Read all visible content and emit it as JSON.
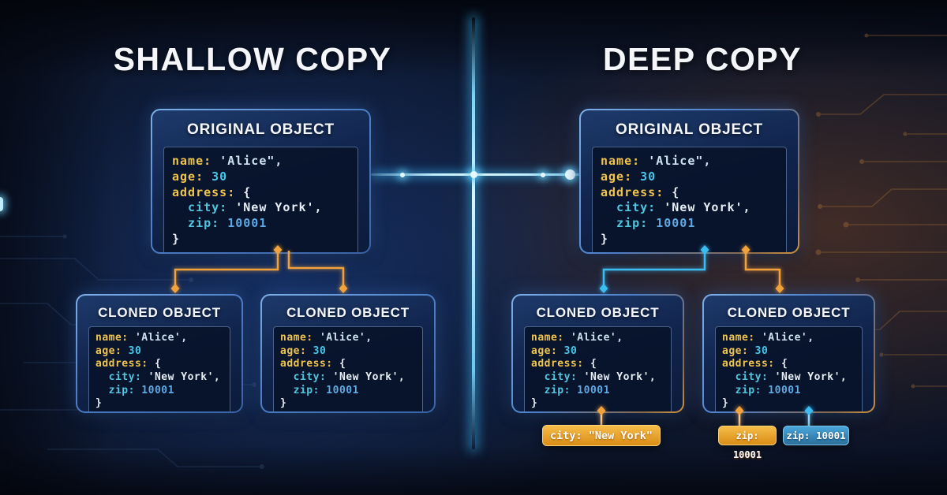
{
  "titles": {
    "shallow": "SHALLOW COPY",
    "deep": "DEEP COPY"
  },
  "labels": {
    "original_header": "ORIGINAL OBJECT",
    "cloned_header": "CLONED OBJECT"
  },
  "code": {
    "original": [
      [
        [
          "name:",
          "key"
        ],
        [
          " ",
          "w"
        ],
        [
          "'Alice\",",
          "str"
        ]
      ],
      [
        [
          "age:",
          "key"
        ],
        [
          " ",
          "w"
        ],
        [
          "30",
          "num"
        ]
      ],
      [
        [
          "address:",
          "key"
        ],
        [
          " ",
          "w"
        ],
        [
          "{",
          "w"
        ]
      ],
      [
        [
          "  city:",
          "ckey"
        ],
        [
          " ",
          "w"
        ],
        [
          "'New York',",
          "str2"
        ]
      ],
      [
        [
          "  zip:",
          "ckey"
        ],
        [
          " ",
          "w"
        ],
        [
          "10001",
          "num2"
        ]
      ],
      [
        [
          "}",
          "w"
        ]
      ]
    ],
    "cloned": [
      [
        [
          "name:",
          "key"
        ],
        [
          " ",
          "w"
        ],
        [
          "'Alice',",
          "str"
        ]
      ],
      [
        [
          "age:",
          "key"
        ],
        [
          " ",
          "w"
        ],
        [
          "30",
          "num"
        ]
      ],
      [
        [
          "address:",
          "key"
        ],
        [
          " ",
          "w"
        ],
        [
          "{",
          "w"
        ]
      ],
      [
        [
          "  city:",
          "ckey"
        ],
        [
          " ",
          "w"
        ],
        [
          "'New York',",
          "str2"
        ]
      ],
      [
        [
          "  zip:",
          "ckey"
        ],
        [
          " ",
          "w"
        ],
        [
          "10001",
          "num2"
        ]
      ],
      [
        [
          "}",
          "w"
        ]
      ]
    ]
  },
  "chips": {
    "city": "city: \"New York\"",
    "zip_orange": "zip: 10001",
    "zip_blue": "zip: 10001"
  },
  "colors": {
    "orange": "#f2a23c",
    "cyan": "#3dbcf2",
    "gold_key": "#f0c44e",
    "cyan_value": "#46c6e8",
    "teal_key": "#50c6de",
    "light_string": "#cfe2f2",
    "soft_string": "#e6edf4",
    "blue_number": "#5ea9e4",
    "white_brace": "#e9eef6",
    "divider": "#4fd2ff",
    "box_border": "#5a8fd6",
    "chip_orange": "#e9a42e",
    "chip_blue": "#3b93c9",
    "title": "#f4f6fa"
  }
}
